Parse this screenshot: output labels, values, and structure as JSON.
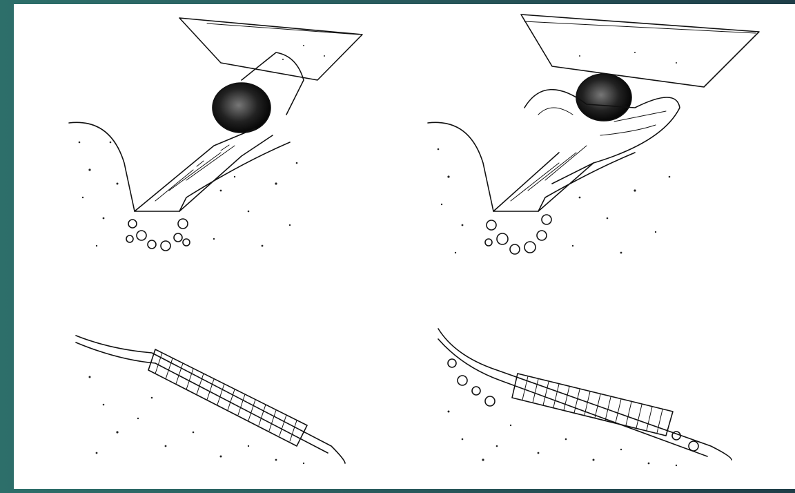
{
  "slide": {
    "accent_color": "#2f6b68",
    "panels": [
      {
        "id": "top-left",
        "kind": "culvert-outlet-cross-section",
        "water_surface_text": ""
      },
      {
        "id": "top-right",
        "kind": "culvert-outlet-cross-section-eroded",
        "water_surface_text": ""
      },
      {
        "id": "bottom-left",
        "kind": "corrugated-pipe-profile"
      },
      {
        "id": "bottom-right",
        "kind": "corrugated-pipe-profile-armored"
      }
    ]
  }
}
